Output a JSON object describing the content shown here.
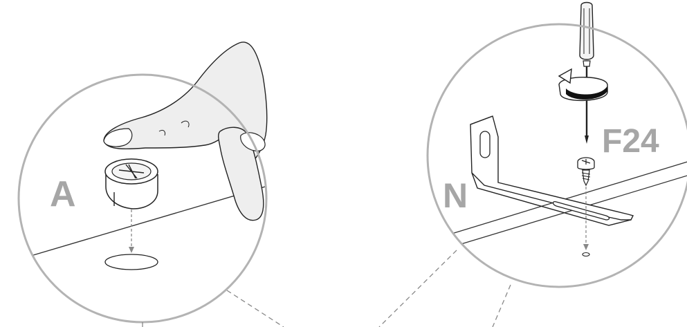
{
  "labels": {
    "part_a": "A",
    "part_n": "N",
    "part_f24": "F24"
  },
  "colors": {
    "circle_stroke": "#b3b3b3",
    "label_fill": "#a6a6a6",
    "line_art": "#333333",
    "hand_shade": "#eeeeee",
    "dashed_line": "#888888"
  },
  "icons": {
    "detail_left": "hand-inserting-cam-fitting",
    "detail_right": "screwdriver-fixing-bracket",
    "rotation": "rotate-clockwise-icon"
  }
}
